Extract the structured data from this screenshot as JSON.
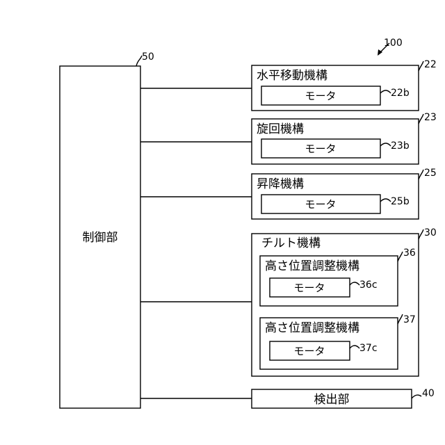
{
  "figure_ref": "100",
  "control_unit": {
    "label": "制御部",
    "ref": "50"
  },
  "horizontal_mechanism": {
    "label": "水平移動機構",
    "ref": "22",
    "motor_label": "モータ",
    "motor_ref": "22b"
  },
  "rotation_mechanism": {
    "label": "旋回機構",
    "ref": "23",
    "motor_label": "モータ",
    "motor_ref": "23b"
  },
  "lift_mechanism": {
    "label": "昇降機構",
    "ref": "25",
    "motor_label": "モータ",
    "motor_ref": "25b"
  },
  "tilt_mechanism": {
    "label": "チルト機構",
    "ref": "30",
    "height_adjusters": [
      {
        "label": "高さ位置調整機構",
        "ref": "36",
        "motor_label": "モータ",
        "motor_ref": "36c"
      },
      {
        "label": "高さ位置調整機構",
        "ref": "37",
        "motor_label": "モータ",
        "motor_ref": "37c"
      }
    ]
  },
  "detection_unit": {
    "label": "検出部",
    "ref": "40"
  }
}
